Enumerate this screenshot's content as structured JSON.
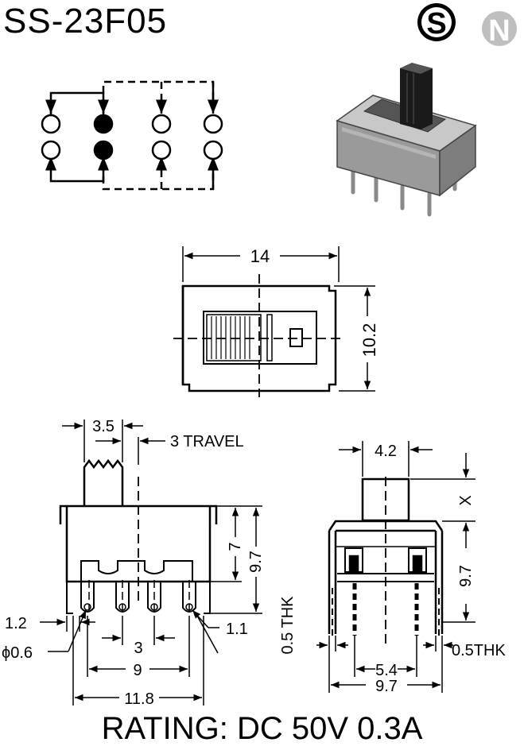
{
  "header": {
    "part_number": "SS-23F05",
    "logo_left_letter": "S",
    "logo_right_letter": "N"
  },
  "top_view": {
    "width_dim": "14",
    "height_dim": "10.2"
  },
  "side_view": {
    "actuator_width": "3.5",
    "travel": "3 TRAVEL",
    "body_height": "7",
    "total_height": "9.7",
    "pin_edge": "1.2",
    "pin_hole": "ϕ0.6",
    "pin_pitch": "3",
    "pin_span": "9",
    "overall_width": "11.8",
    "pin_offset": "1.1"
  },
  "end_view": {
    "actuator_width": "4.2",
    "actuator_height": "X",
    "height": "9.7",
    "terminal_thickness_left": "0.5 THK",
    "terminal_thickness_right": "0.5THK",
    "pin_span": "5.4",
    "overall_width": "9.7"
  },
  "footer": {
    "rating": "RATING: DC 50V 0.3A"
  }
}
